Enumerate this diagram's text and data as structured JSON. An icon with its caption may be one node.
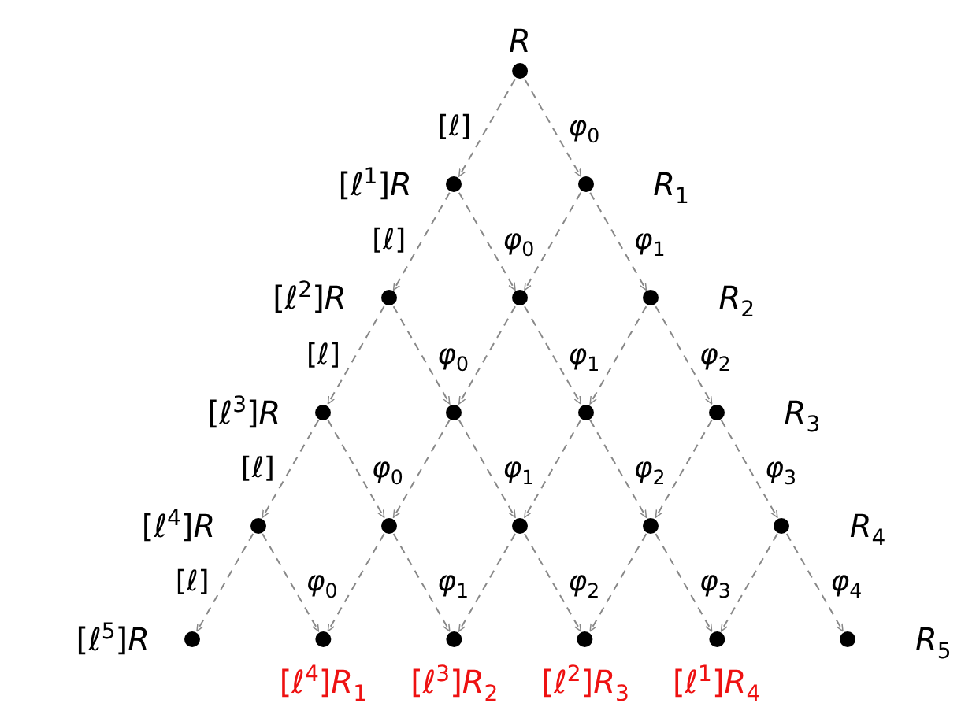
{
  "diagram": {
    "nodes": [
      {
        "text": [
          "*R*"
        ]
      },
      {
        "text": [
          "[ℓ$^{1}$]*R*"
        ]
      },
      {
        "text": [
          "*R*$_{1}$"
        ]
      },
      {
        "text": [
          "[ℓ$^{2}$]*R*"
        ]
      },
      {
        "text": [],
        "shape": "circle"
      },
      {
        "text": [
          "*R*$_{2}$"
        ]
      },
      {
        "text": [
          "[ℓ$^{3}$]*R*"
        ]
      },
      {
        "text": [],
        "shape": "circle"
      },
      {
        "text": [],
        "shape": "circle"
      },
      {
        "text": [
          "*R*$_{3}$"
        ]
      },
      {
        "text": [
          "[ℓ$^{4}$]*R*"
        ]
      },
      {
        "text": [],
        "shape": "circle"
      },
      {
        "text": [],
        "shape": "circle"
      },
      {
        "text": [],
        "shape": "circle"
      },
      {
        "text": [
          "*R*$_{4}$"
        ]
      },
      {
        "text": [
          "[ℓ$^{5}$]*R*"
        ]
      },
      {
        "text": [
          "[ℓ$^{4}$]*R*$_{1}$"
        ]
      },
      {
        "text": [
          "[ℓ$^{3}$]*R*$_{2}$"
        ]
      },
      {
        "text": [
          "[ℓ$^{2}$]*R*$_{3}$"
        ]
      },
      {
        "text": [
          "[ℓ$^{1}$]*R*$_{4}$"
        ]
      },
      {
        "text": [
          "*R*$_{5}$"
        ]
      }
    ],
    "edges": [
      {
        "from": 0,
        "to": 1,
        "arrow": "to",
        "label": "[ℓ]"
      },
      {
        "from": 0,
        "to": 2,
        "arrow": "to",
        "label": "*φ*$_{0}$"
      },
      {
        "from": 1,
        "to": 3,
        "arrow": "to",
        "label": "[ℓ]"
      },
      {
        "from": 1,
        "to": 4,
        "arrow": "to",
        "label": "*φ*$_{0}$"
      },
      {
        "from": 2,
        "to": 4,
        "arrow": "to"
      },
      {
        "from": 2,
        "to": 5,
        "arrow": "to",
        "label": "*φ*$_{1}$"
      },
      {
        "from": 3,
        "to": 6,
        "arrow": "to",
        "label": "[ℓ]"
      },
      {
        "from": 3,
        "to": 7,
        "arrow": "to",
        "label": "*φ*$_{0}$"
      },
      {
        "from": 4,
        "to": 7,
        "arrow": "to"
      },
      {
        "from": 4,
        "to": 8,
        "arrow": "to",
        "label": "*φ*$_{1}$"
      },
      {
        "from": 5,
        "to": 8,
        "arrow": "to"
      },
      {
        "from": 5,
        "to": 9,
        "arrow": "to",
        "label": "*φ*$_{2}$"
      },
      {
        "from": 6,
        "to": 10,
        "arrow": "to",
        "label": "[ℓ]"
      },
      {
        "from": 6,
        "to": 11,
        "arrow": "to",
        "label": "*φ*$_{0}$"
      },
      {
        "from": 7,
        "to": 11,
        "arrow": "to"
      },
      {
        "from": 7,
        "to": 12,
        "arrow": "to",
        "label": "*φ*$_{1}$"
      },
      {
        "from": 8,
        "to": 12,
        "arrow": "to"
      },
      {
        "from": 8,
        "to": 13,
        "arrow": "to",
        "label": "*φ*$_{2}$"
      },
      {
        "from": 9,
        "to": 13,
        "arrow": "to"
      },
      {
        "from": 9,
        "to": 14,
        "arrow": "to",
        "label": "*φ*$_{3}$"
      },
      {
        "from": 10,
        "to": 15,
        "arrow": "to",
        "label": "[ℓ]"
      },
      {
        "from": 10,
        "to": 16,
        "arrow": "to",
        "label": "*φ*$_{0}$"
      },
      {
        "from": 11,
        "to": 16,
        "arrow": "to"
      },
      {
        "from": 11,
        "to": 17,
        "arrow": "to",
        "label": "*φ*$_{1}$"
      },
      {
        "from": 12,
        "to": 17,
        "arrow": "to"
      },
      {
        "from": 12,
        "to": 18,
        "arrow": "to",
        "label": "*φ*$_{2}$"
      },
      {
        "from": 13,
        "to": 18,
        "arrow": "to"
      },
      {
        "from": 13,
        "to": 19,
        "arrow": "to",
        "label": "*φ*$_{3}$"
      },
      {
        "from": 14,
        "to": 19,
        "arrow": "to"
      },
      {
        "from": 14,
        "to": 20,
        "arrow": "to",
        "label": "*φ*$_{4}$"
      }
    ]
  }
}
